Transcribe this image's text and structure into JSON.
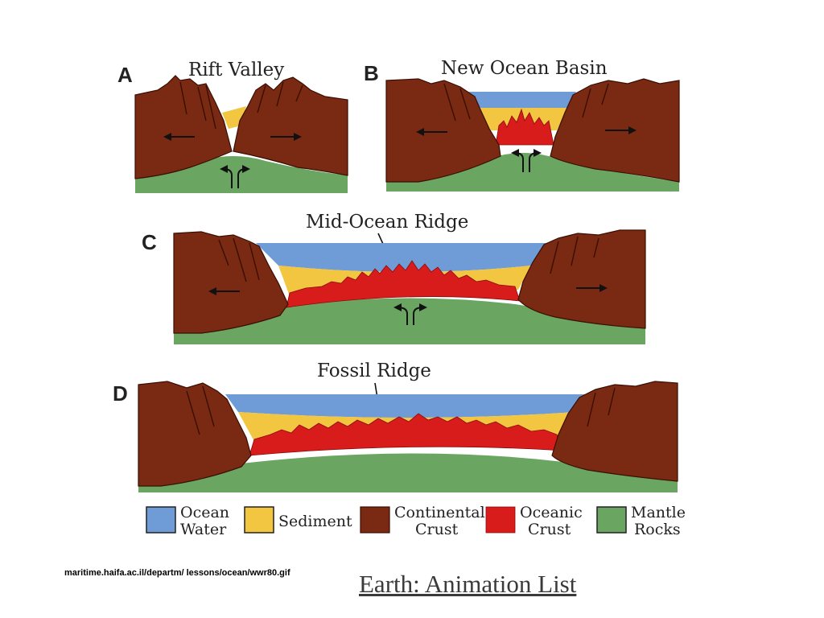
{
  "panels": [
    {
      "letter": "A",
      "title": "Rift Valley"
    },
    {
      "letter": "B",
      "title": "New Ocean Basin"
    },
    {
      "letter": "C",
      "title": "Mid-Ocean Ridge"
    },
    {
      "letter": "D",
      "title": "Fossil Ridge"
    }
  ],
  "legend": [
    {
      "line1": "Ocean",
      "line2": "Water",
      "color": "#6f9bd6"
    },
    {
      "line1": "Sediment",
      "line2": "",
      "color": "#f2c640"
    },
    {
      "line1": "Continental",
      "line2": "Crust",
      "color": "#7a2a12"
    },
    {
      "line1": "Oceanic",
      "line2": "Crust",
      "color": "#d81c1c"
    },
    {
      "line1": "Mantle",
      "line2": "Rocks",
      "color": "#6aa562"
    }
  ],
  "colors": {
    "ocean": "#6f9bd6",
    "sediment": "#f2c640",
    "continental": "#7a2a12",
    "oceanic": "#d81c1c",
    "mantle": "#6aa562"
  },
  "source_text": "maritime.haifa.ac.il/departm/ lessons/ocean/wwr80.gif",
  "footer_link": "Earth: Animation List"
}
